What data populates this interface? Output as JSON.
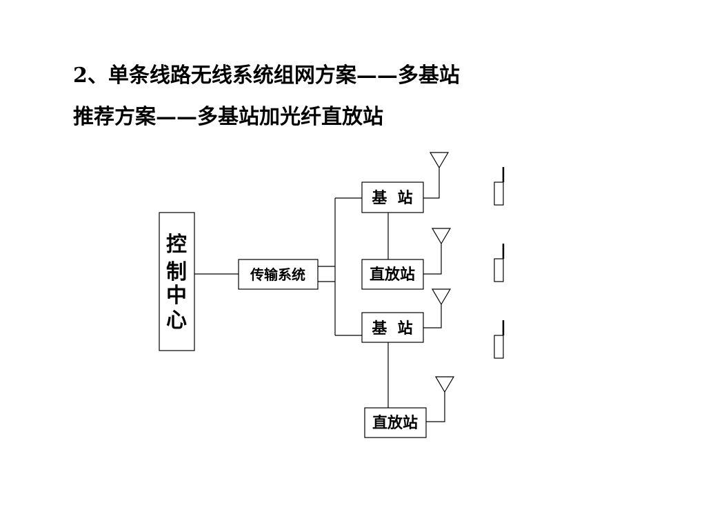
{
  "title_line1": "2、单条线路无线系统组网方案——多基站",
  "title_line2": "推荐方案——多基站加光纤直放站",
  "diagram": {
    "control_center": [
      "控",
      "制",
      "中",
      "心"
    ],
    "transmission": "传输系统",
    "base_station_1": "基  站",
    "repeater_1": "直放站",
    "base_station_2": "基  站",
    "repeater_2": "直放站"
  }
}
